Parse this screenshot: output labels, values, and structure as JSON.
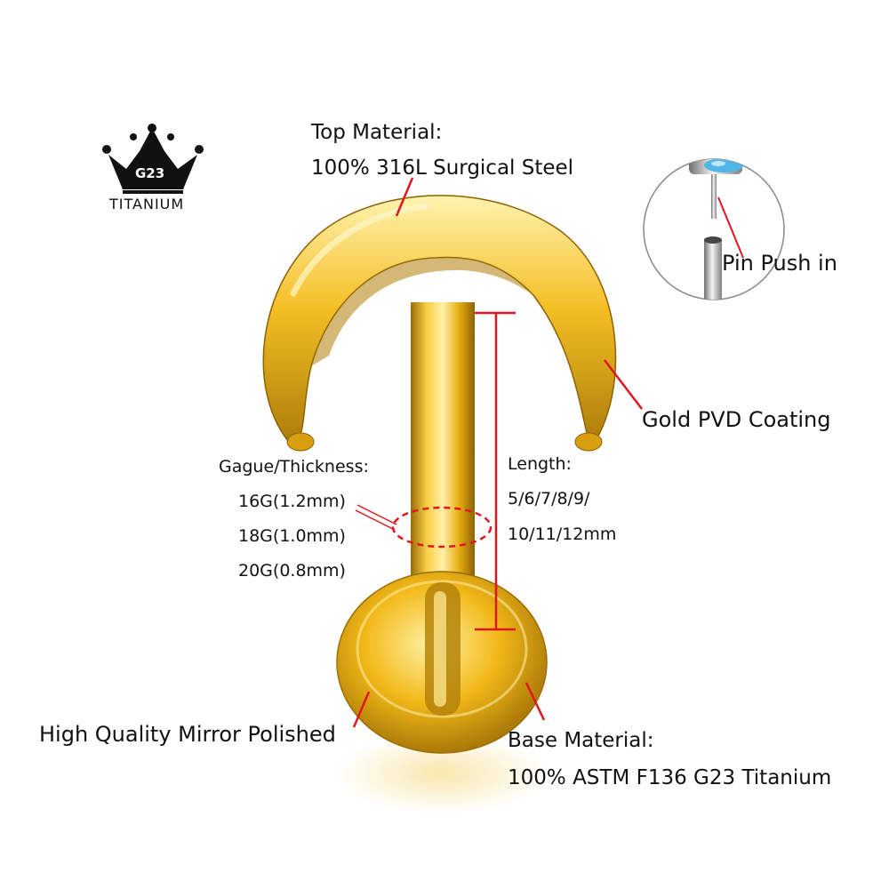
{
  "logo": {
    "badge": "G23",
    "word": "TITANIUM"
  },
  "labels": {
    "top_material_title": "Top Material:",
    "top_material_value": "100% 316L Surgical Steel",
    "pin_push": "Pin Push in",
    "gold_coating": "Gold PVD Coating",
    "gauge_title": "Gague/Thickness:",
    "gauge_options": [
      "16G(1.2mm)",
      "18G(1.0mm)",
      "20G(0.8mm)"
    ],
    "length_title": "Length:",
    "length_line1": "5/6/7/8/9/",
    "length_line2": "10/11/12mm",
    "mirror_polished": "High Quality Mirror Polished",
    "base_material_title": "Base Material:",
    "base_material_value": "100% ASTM F136 G23 Titanium"
  },
  "colors": {
    "gold": "#f2b818",
    "gold_dark": "#b8860b",
    "annotation_red": "#e0161e",
    "text": "#111111",
    "opal": "#4fb6e8"
  }
}
